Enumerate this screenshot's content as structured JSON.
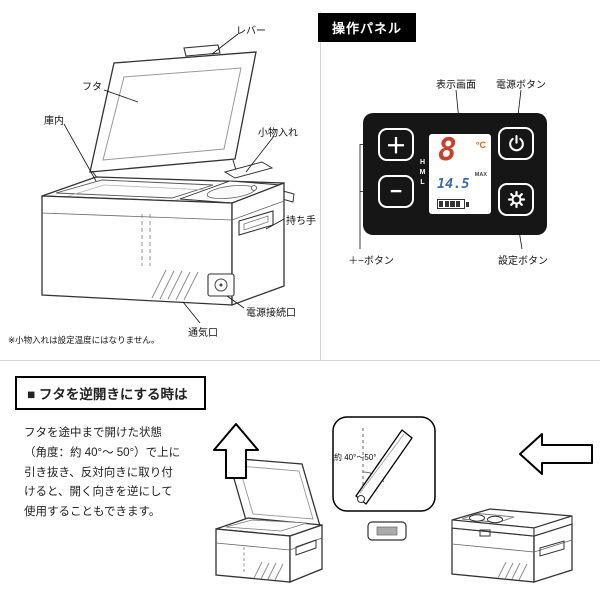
{
  "product_diagram": {
    "labels": {
      "lever": "レバー",
      "lid": "フタ",
      "interior": "庫内",
      "accessory_case": "小物入れ",
      "handle": "持ち手",
      "power_inlet": "電源接続口",
      "vent": "通気口"
    },
    "footnote": "※小物入れは設定温度にはなりません。"
  },
  "control_panel": {
    "title": "操作パネル",
    "callouts": {
      "display": "表示画面",
      "power_button": "電源ボタン",
      "plus_minus_buttons": "＋−ボタン",
      "setting_button": "設定ボタン"
    },
    "buttons": {
      "plus": "＋",
      "minus": "−"
    },
    "display": {
      "temperature": "8",
      "unit": "°C",
      "levels": [
        "H",
        "M",
        "L"
      ],
      "max": "MAX",
      "voltage": "14.5"
    }
  },
  "reverse_section": {
    "title": "■ フタを逆開きにする時は",
    "body": "フタを途中まで開けた状態\n（角度：約 40°〜 50°）で上に\n引き抜き、反対向きに取り付\nけると、開く向きを逆にして\n使用することもできます。",
    "angle_note": "約 40°〜50°"
  },
  "colors": {
    "panel_background": "#161616",
    "temperature_digit": "#c8402c",
    "unit_accent": "#e8640f",
    "voltage_digit": "#3b6ea5",
    "line_art": "#333333"
  }
}
